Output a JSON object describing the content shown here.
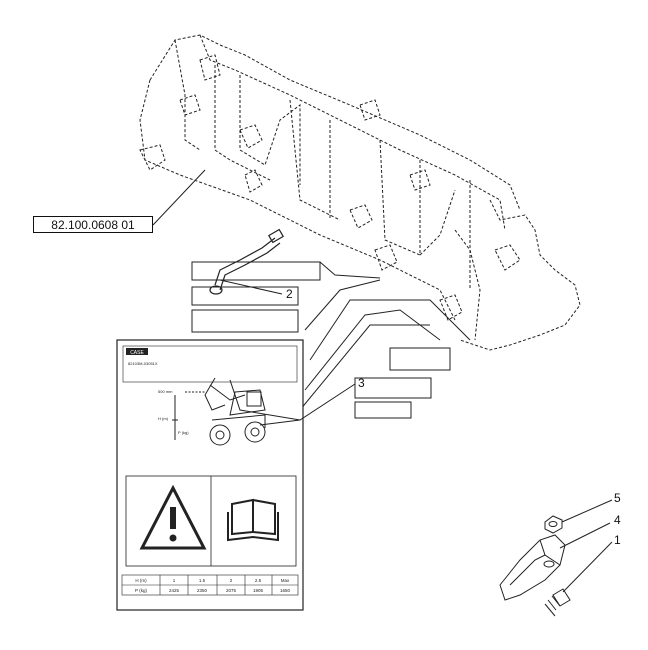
{
  "diagram": {
    "reference_label": "82.100.0608 01",
    "callouts": [
      {
        "number": "1"
      },
      {
        "number": "2"
      },
      {
        "number": "3"
      },
      {
        "number": "4"
      },
      {
        "number": "5"
      }
    ],
    "decal": {
      "brand": "CASE",
      "subtitle": "82103M-03051X",
      "load_label": "500 mm",
      "height_label": "H (m)",
      "load_axis_label": "P (kg)",
      "table": {
        "header": [
          "H (m)",
          "1",
          "1.5",
          "2",
          "2.5",
          "Max"
        ],
        "row": [
          "P (kg)",
          "2425",
          "2350",
          "2075",
          "1905",
          "1650"
        ]
      }
    }
  }
}
